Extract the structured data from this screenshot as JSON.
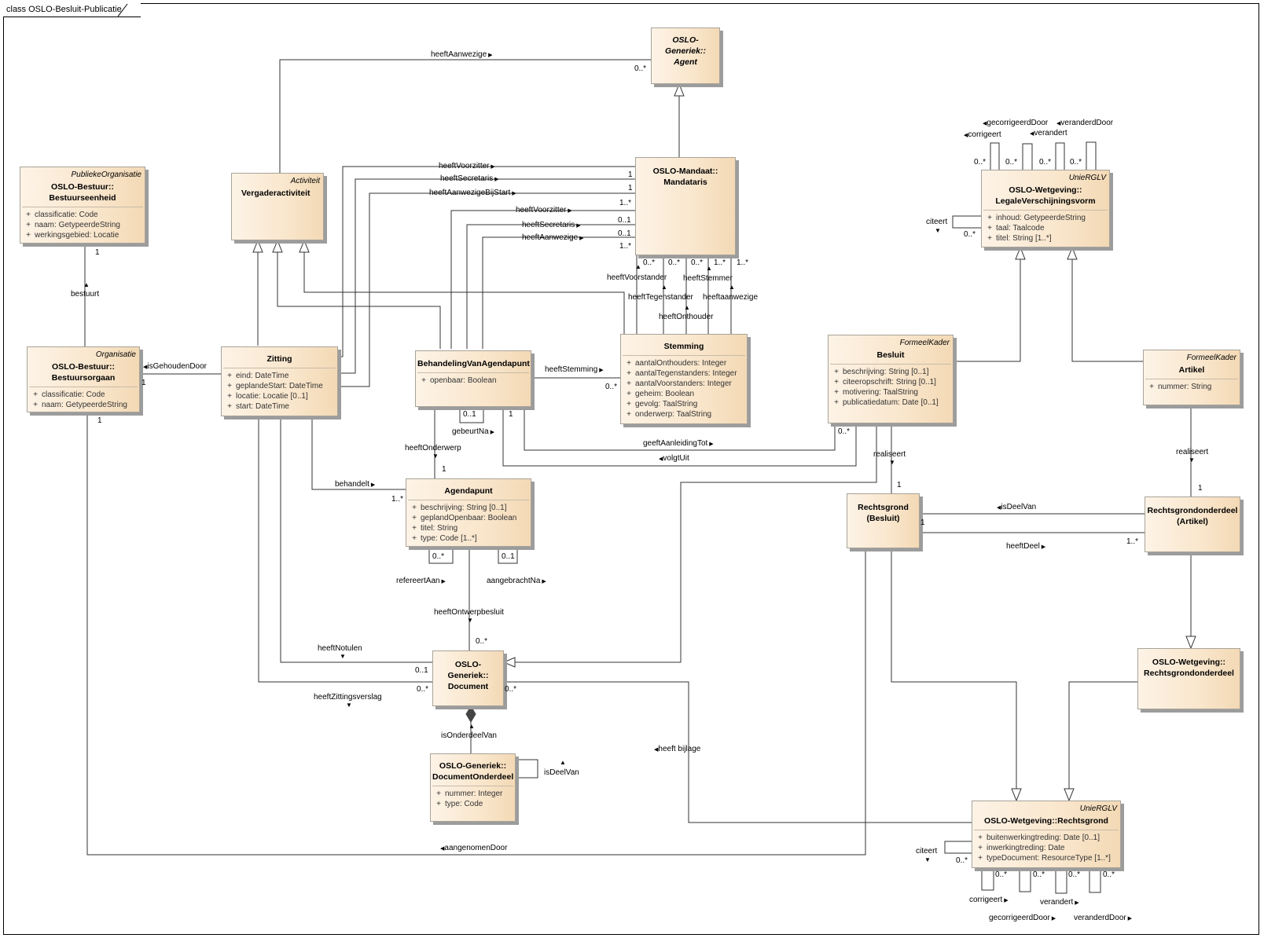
{
  "frame": {
    "title": "class OSLO-Besluit-Publicatie"
  },
  "classes": {
    "agent": {
      "stereotype": "",
      "name": "OSLO-Generiek::\nAgent",
      "italic": true,
      "attributes": []
    },
    "mandataris": {
      "stereotype": "",
      "name": "OSLO-Mandaat::\nMandataris",
      "attributes": []
    },
    "bestuurseenheid": {
      "stereotype": "PubliekeOrganisatie",
      "name": "OSLO-Bestuur::\nBestuurseenheid",
      "attributes": [
        "classificatie: Code",
        "naam: GetypeerdeString",
        "werkingsgebied: Locatie"
      ]
    },
    "vergaderactiviteit": {
      "stereotype": "Activiteit",
      "name": "Vergaderactiviteit",
      "attributes": []
    },
    "bestuursorgaan": {
      "stereotype": "Organisatie",
      "name": "OSLO-Bestuur::\nBestuursorgaan",
      "attributes": [
        "classificatie: Code",
        "naam: GetypeerdeString"
      ]
    },
    "zitting": {
      "stereotype": "",
      "name": "Zitting",
      "attributes": [
        "eind: DateTime",
        "geplandeStart: DateTime",
        "locatie: Locatie [0..1]",
        "start: DateTime"
      ]
    },
    "behandeling": {
      "stereotype": "",
      "name": "BehandelingVanAgendapunt",
      "attributes": [
        "openbaar: Boolean"
      ]
    },
    "stemming": {
      "stereotype": "",
      "name": "Stemming",
      "attributes": [
        "aantalOnthouders: Integer",
        "aantalTegenstanders: Integer",
        "aantalVoorstanders: Integer",
        "geheim: Boolean",
        "gevolg: TaalString",
        "onderwerp: TaalString"
      ]
    },
    "agendapunt": {
      "stereotype": "",
      "name": "Agendapunt",
      "attributes": [
        "beschrijving: String [0..1]",
        "geplandOpenbaar: Boolean",
        "titel: String",
        "type: Code [1..*]"
      ]
    },
    "document": {
      "stereotype": "",
      "name": "OSLO-Generiek::\nDocument",
      "attributes": []
    },
    "documentonderdeel": {
      "stereotype": "",
      "name": "OSLO-Generiek::\nDocumentOnderdeel",
      "attributes": [
        "nummer: Integer",
        "type: Code"
      ]
    },
    "legaleverschijningsvorm": {
      "stereotype": "UnieRGLV",
      "name": "OSLO-Wetgeving::\nLegaleVerschijningsvorm",
      "attributes": [
        "inhoud: GetypeerdeString",
        "taal: Taalcode",
        "titel: String [1..*]"
      ]
    },
    "besluit": {
      "stereotype": "FormeelKader",
      "name": "Besluit",
      "attributes": [
        "beschrijving: String [0..1]",
        "citeeropschrift: String [0..1]",
        "motivering: TaalString",
        "publicatiedatum: Date [0..1]"
      ]
    },
    "artikel": {
      "stereotype": "FormeelKader",
      "name": "Artikel",
      "attributes": [
        "nummer: String"
      ]
    },
    "rechtsgrondbesluit": {
      "stereotype": "",
      "name": "Rechtsgrond\n(Besluit)",
      "attributes": []
    },
    "rechtsgrondonderdeelartikel": {
      "stereotype": "",
      "name": "Rechtsgrondonderdeel\n(Artikel)",
      "attributes": []
    },
    "wetgevingrechtsgrondonderdeel": {
      "stereotype": "",
      "name": "OSLO-Wetgeving::\nRechtsgrondonderdeel",
      "attributes": []
    },
    "wetgevingrechtsgrond": {
      "stereotype": "UnieRGLV",
      "name": "OSLO-Wetgeving::Rechtsgrond",
      "attributes": [
        "buitenwerkingtreding: Date [0..1]",
        "inwerkingtreding: Date",
        "typeDocument: ResourceType [1..*]"
      ]
    }
  },
  "labels": {
    "heeftAanwezige_top": "heeftAanwezige",
    "heeftVoorzitter1": "heeftVoorzitter",
    "heeftSecretaris1": "heeftSecretaris",
    "heeftAanwezigeBijStart": "heeftAanwezigeBijStart",
    "heeftVoorzitter2": "heeftVoorzitter",
    "heeftSecretaris2": "heeftSecretaris",
    "heeftAanwezige2": "heeftAanwezige",
    "heeftVoorstander": "heeftVoorstander",
    "heeftStemmer": "heeftStemmer",
    "heeftTegenstander": "heeftTegenstander",
    "heeftaanwezige": "heeftaanwezige",
    "heeftOnthouder": "heeftOnthouder",
    "bestuurt": "bestuurt",
    "isGehoudenDoor": "isGehoudenDoor",
    "heeftStemming": "heeftStemming",
    "gebeurtNa": "gebeurtNa",
    "heeftOnderwerp": "heeftOnderwerp",
    "geeftAanleidingTot": "geeftAanleidingTot",
    "volgtUit": "volgtUit",
    "behandelt": "behandelt",
    "refereertAan": "refereertAan",
    "aangebrachtNa": "aangebrachtNa",
    "heeftOntwerpbesluit": "heeftOntwerpbesluit",
    "heeftNotulen": "heeftNotulen",
    "heeftZittingsverslag": "heeftZittingsverslag",
    "isOnderdeelVan": "isOnderdeelVan",
    "isDeelVan_doc": "isDeelVan",
    "heeftBijlage": "heeft bijlage",
    "aangenomenDoor": "aangenomenDoor",
    "realiseert1": "realiseert",
    "realiseert2": "realiseert",
    "isDeelVan": "isDeelVan",
    "heeftDeel": "heeftDeel",
    "gecorrigeerdDoor_top": "gecorrigeerdDoor",
    "veranderdDoor_top": "veranderdDoor",
    "corrigeert_top": "corrigeert",
    "verandert_top": "verandert",
    "citeert_top": "citeert",
    "citeert_bottom": "citeert",
    "corrigeert_bottom": "corrigeert",
    "verandert_bottom": "verandert",
    "gecorrigeerdDoor_bottom": "gecorrigeerdDoor",
    "veranderdDoor_bottom": "veranderdDoor"
  },
  "multiplicities": {
    "agent_0n": "0..*",
    "mand_1a": "1",
    "mand_1b": "1",
    "mand_1n_a": "1..*",
    "mand_01a": "0..1",
    "mand_01b": "0..1",
    "mand_1n_b": "1..*",
    "mand_b1": "0..*",
    "mand_b2": "0..*",
    "mand_b3": "0..*",
    "mand_b4": "1..*",
    "mand_b5": "1..*",
    "be_1": "1",
    "bo_1a": "1",
    "bo_1b": "1",
    "stem_0n": "0..*",
    "beh_01": "0..1",
    "beh_1": "1",
    "besluit_0n": "0..*",
    "agp_1": "1",
    "agp_1n": "1..*",
    "agp_0n": "0..*",
    "agp_01": "0..1",
    "doc_0n_top": "0..*",
    "doc_01": "0..1",
    "doc_0n_left": "0..*",
    "doc_0n_right": "0..*",
    "lv_0n_1": "0..*",
    "lv_0n_2": "0..*",
    "lv_0n_3": "0..*",
    "lv_0n_4": "0..*",
    "lv_0n_cit": "0..*",
    "rg_1_top": "1",
    "rg_1_side": "1",
    "rga_1": "1",
    "rga_1n": "1..*",
    "wr_0n_cit": "0..*",
    "wr_0n_1": "0..*",
    "wr_0n_2": "0..*",
    "wr_0n_3": "0..*",
    "wr_0n_4": "0..*"
  }
}
